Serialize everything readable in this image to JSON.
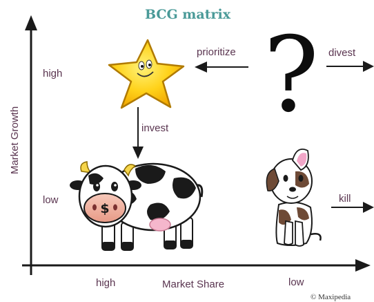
{
  "title": "BCG matrix",
  "axes": {
    "y_label": "Market Growth",
    "x_label": "Market Share",
    "y_high": "high",
    "y_low": "low",
    "x_high": "high",
    "x_low": "low"
  },
  "actions": {
    "prioritize": "prioritize",
    "divest": "divest",
    "invest": "invest",
    "kill": "kill"
  },
  "quadrants": {
    "question_mark_symbol": "?",
    "cash_cow_symbol": "$"
  },
  "credit": "© Maxipedia",
  "colors": {
    "title": "#4a9a98",
    "labels": "#5a3550",
    "star_fill": "#ffd21a",
    "star_stroke": "#b07a00",
    "axis": "#1a1a1a"
  }
}
